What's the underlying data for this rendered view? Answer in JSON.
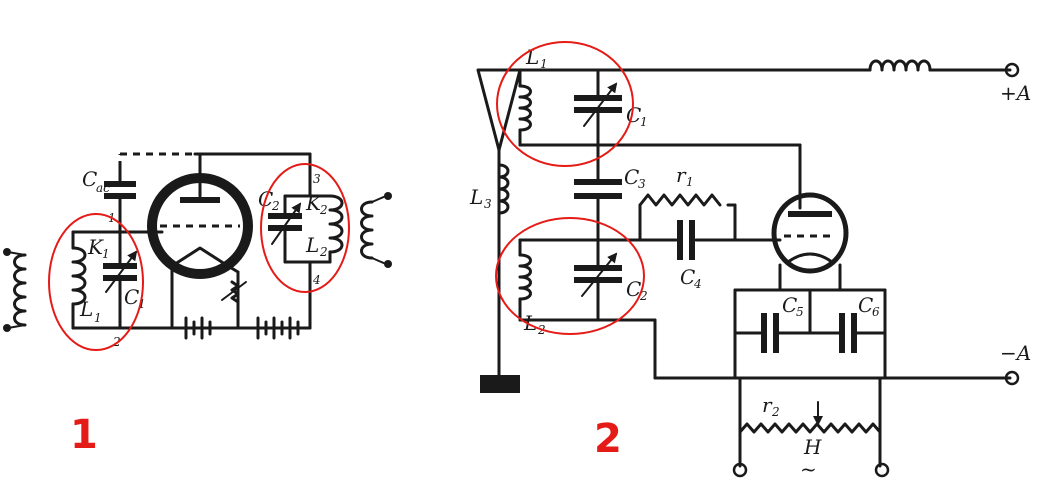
{
  "accent_color": "#e41b17",
  "diagram1": {
    "number": "1",
    "labels": {
      "c_ac": "C",
      "c_ac_sub": "ac",
      "k1": "K",
      "k1_sub": "1",
      "l1": "L",
      "l1_sub": "1",
      "c1": "C",
      "c1_sub": "1",
      "c2": "C",
      "c2_sub": "2",
      "k2": "K",
      "k2_sub": "2",
      "l2": "L",
      "l2_sub": "2",
      "n1": "1",
      "n2": "2",
      "n3": "3",
      "n4": "4"
    }
  },
  "diagram2": {
    "number": "2",
    "labels": {
      "l1": "L",
      "l1_sub": "1",
      "c1": "C",
      "c1_sub": "1",
      "l3": "L",
      "l3_sub": "3",
      "c3": "C",
      "c3_sub": "3",
      "r1": "r",
      "r1_sub": "1",
      "c4": "C",
      "c4_sub": "4",
      "l2": "L",
      "l2_sub": "2",
      "c2": "C",
      "c2_sub": "2",
      "c5": "C",
      "c5_sub": "5",
      "c6": "C",
      "c6_sub": "6",
      "r2": "r",
      "r2_sub": "2",
      "h": "H",
      "tilde": "~",
      "plus_a": "+A",
      "minus_a": "−A"
    }
  }
}
